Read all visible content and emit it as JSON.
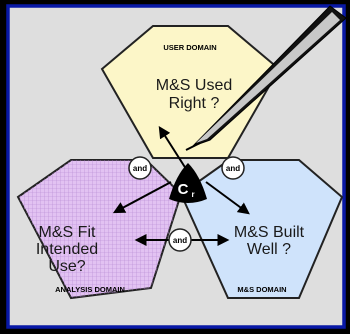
{
  "hexagons": {
    "top": {
      "domain": "USER DOMAIN",
      "lines": [
        "M&S Used",
        "Right ?"
      ],
      "fill": "#fcf6c8"
    },
    "left": {
      "domain": "ANALYSIS DOMAIN",
      "lines": [
        "M&S Fit",
        "Intended",
        "Use?"
      ],
      "fill": "#e2c2f2"
    },
    "right": {
      "domain": "M&S DOMAIN",
      "lines": [
        "M&S Built",
        "Well ?"
      ],
      "fill": "#cfe3fb"
    }
  },
  "connectors": {
    "left": "and",
    "right": "and",
    "bottom": "and"
  },
  "center": {
    "symbol": "C",
    "subscript": "r"
  },
  "colors": {
    "background": "#000000",
    "panel": "#dedede",
    "border": "#0818a6",
    "outline": "#222222"
  },
  "icons": {
    "pointer": "pen-pointer-icon"
  }
}
